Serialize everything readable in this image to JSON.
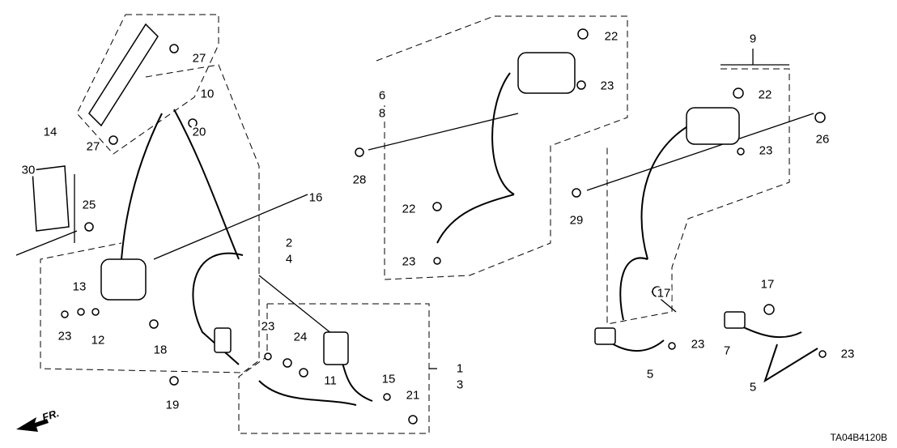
{
  "diagram_code": "TA04B4120B",
  "direction_label": "FR.",
  "callouts": [
    "27",
    "10",
    "20",
    "14",
    "27",
    "30",
    "25",
    "16",
    "2",
    "4",
    "13",
    "23",
    "12",
    "18",
    "19",
    "23",
    "24",
    "11",
    "15",
    "21",
    "1",
    "3",
    "22",
    "23",
    "6",
    "8",
    "28",
    "22",
    "23",
    "9",
    "22",
    "26",
    "23",
    "29",
    "17",
    "17",
    "23",
    "5",
    "7",
    "23",
    "5"
  ]
}
